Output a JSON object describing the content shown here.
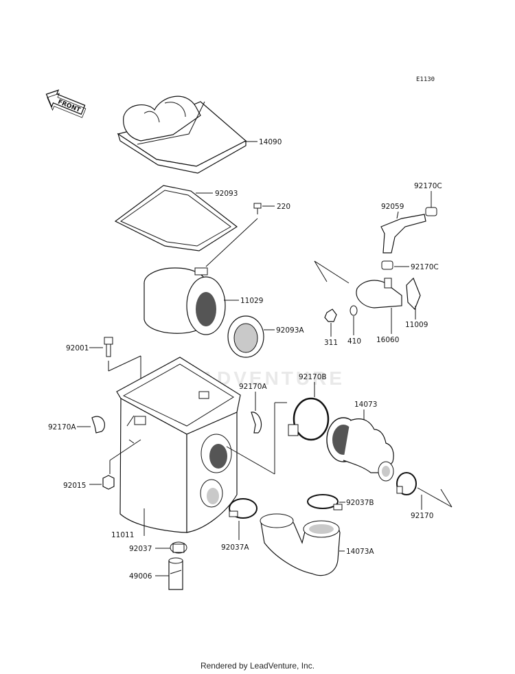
{
  "diagram_code": "E1130",
  "front_label": "FRONT",
  "watermark": "LEADVENTURE",
  "footer": "Rendered by LeadVenture, Inc.",
  "parts": {
    "p14090": "14090",
    "p92093": "92093",
    "p220": "220",
    "p11029": "11029",
    "p92093A": "92093A",
    "p92170C_top": "92170C",
    "p92059": "92059",
    "p92170C_mid": "92170C",
    "p11009": "11009",
    "p311": "311",
    "p410": "410",
    "p16060": "16060",
    "p92001": "92001",
    "p92170A_left": "92170A",
    "p92170A_mid": "92170A",
    "p92170B": "92170B",
    "p14073": "14073",
    "p92015": "92015",
    "p92037B": "92037B",
    "p92170": "92170",
    "p11011": "11011",
    "p92037A": "92037A",
    "p92037": "92037",
    "p14073A": "14073A",
    "p49006": "49006"
  }
}
